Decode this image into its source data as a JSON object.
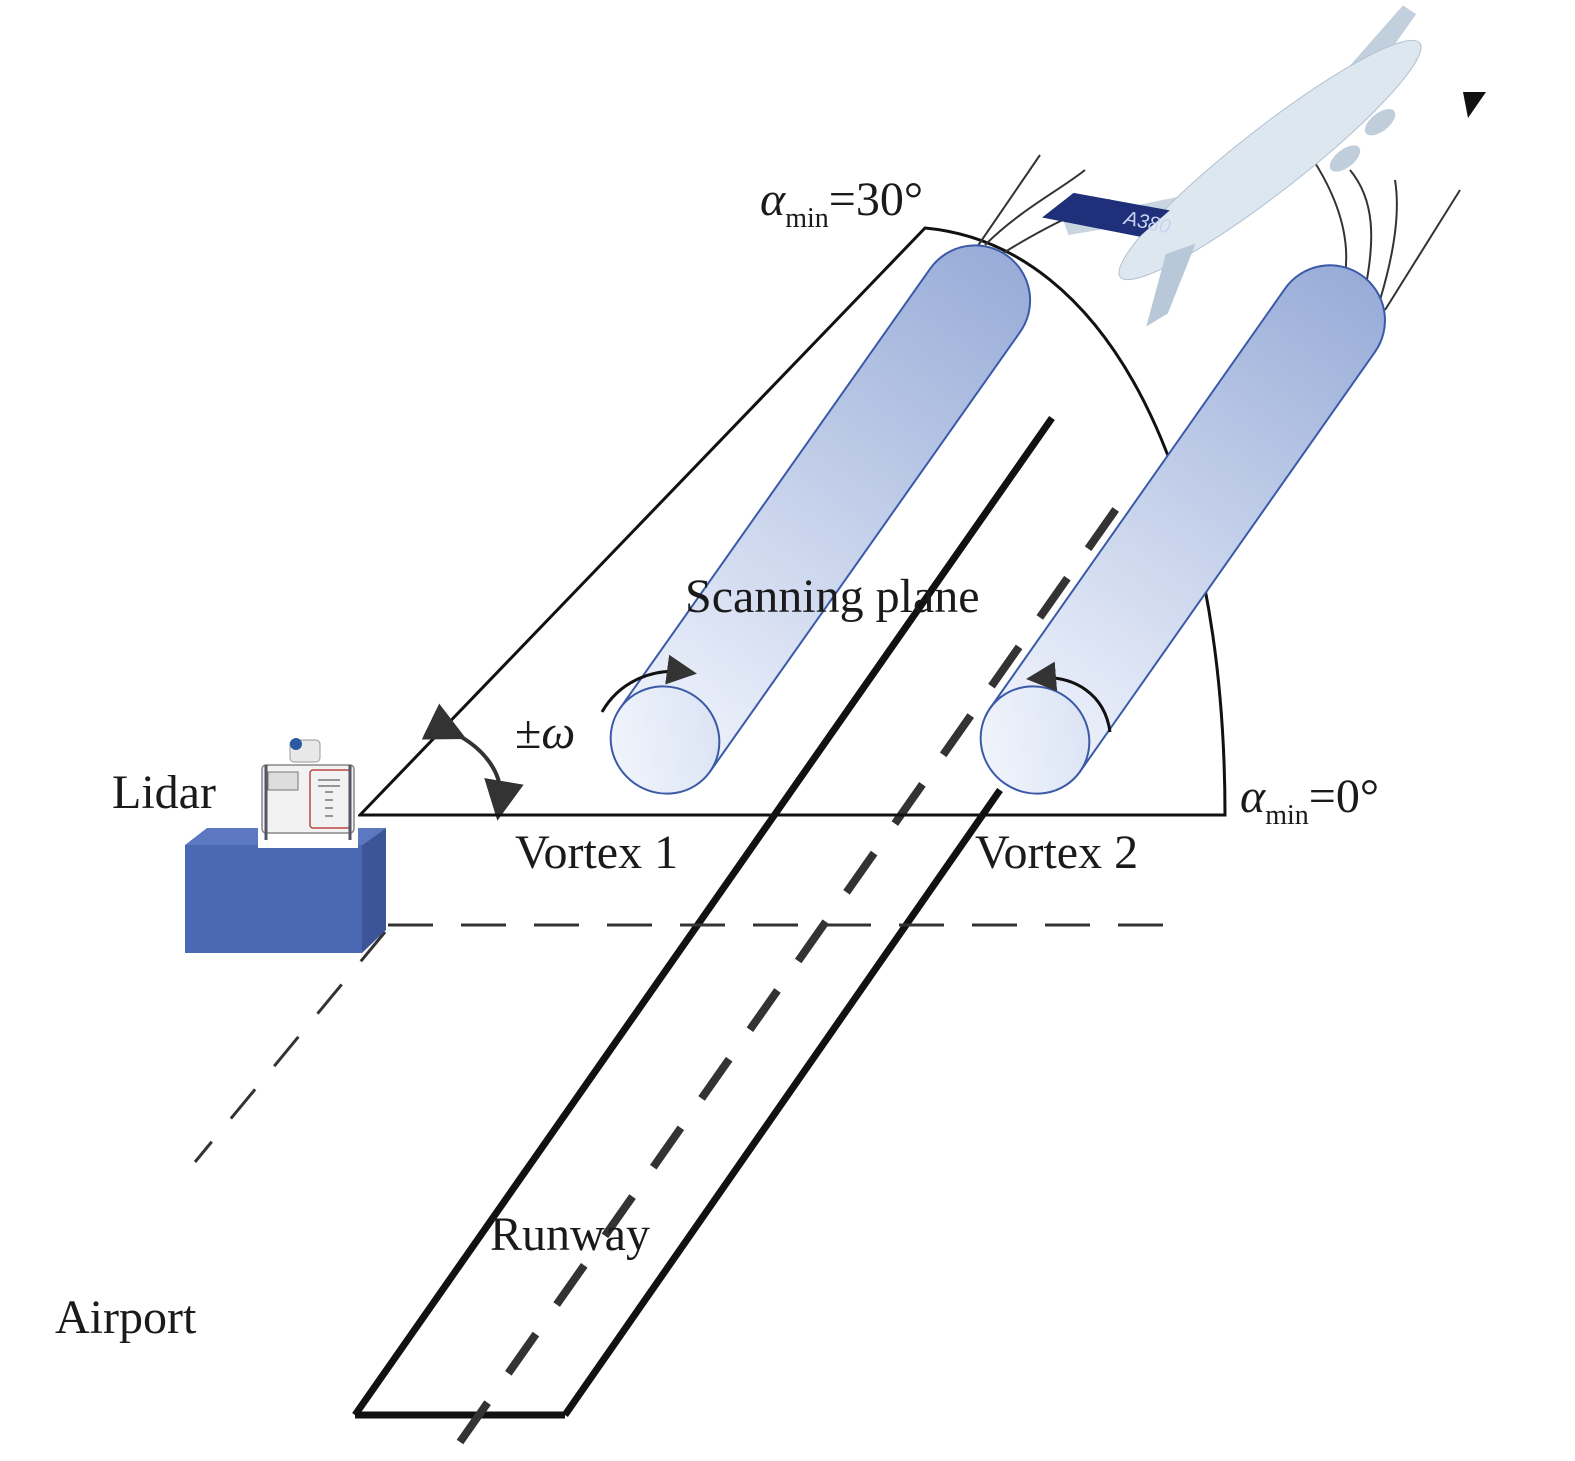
{
  "labels": {
    "alpha_symbol": "α",
    "alpha_sub": "min",
    "alpha_max_value": "=30°",
    "alpha_min_value": "=0°",
    "lidar": "Lidar",
    "omega_pm": "±",
    "omega": "ω",
    "scanning_plane": "Scanning plane",
    "vortex1": "Vortex 1",
    "vortex2": "Vortex 2",
    "runway": "Runway",
    "airport": "Airport",
    "aircraft_type": "A380"
  },
  "colors": {
    "vortex_fill_dark": "#9aaed8",
    "vortex_fill_light": "#e6ecf8",
    "vortex_stroke": "#3a5aa8",
    "box_front": "#4a68b4",
    "box_top": "#5b78c0",
    "box_side": "#3c5598",
    "tail_blue": "#1f2f7a"
  }
}
